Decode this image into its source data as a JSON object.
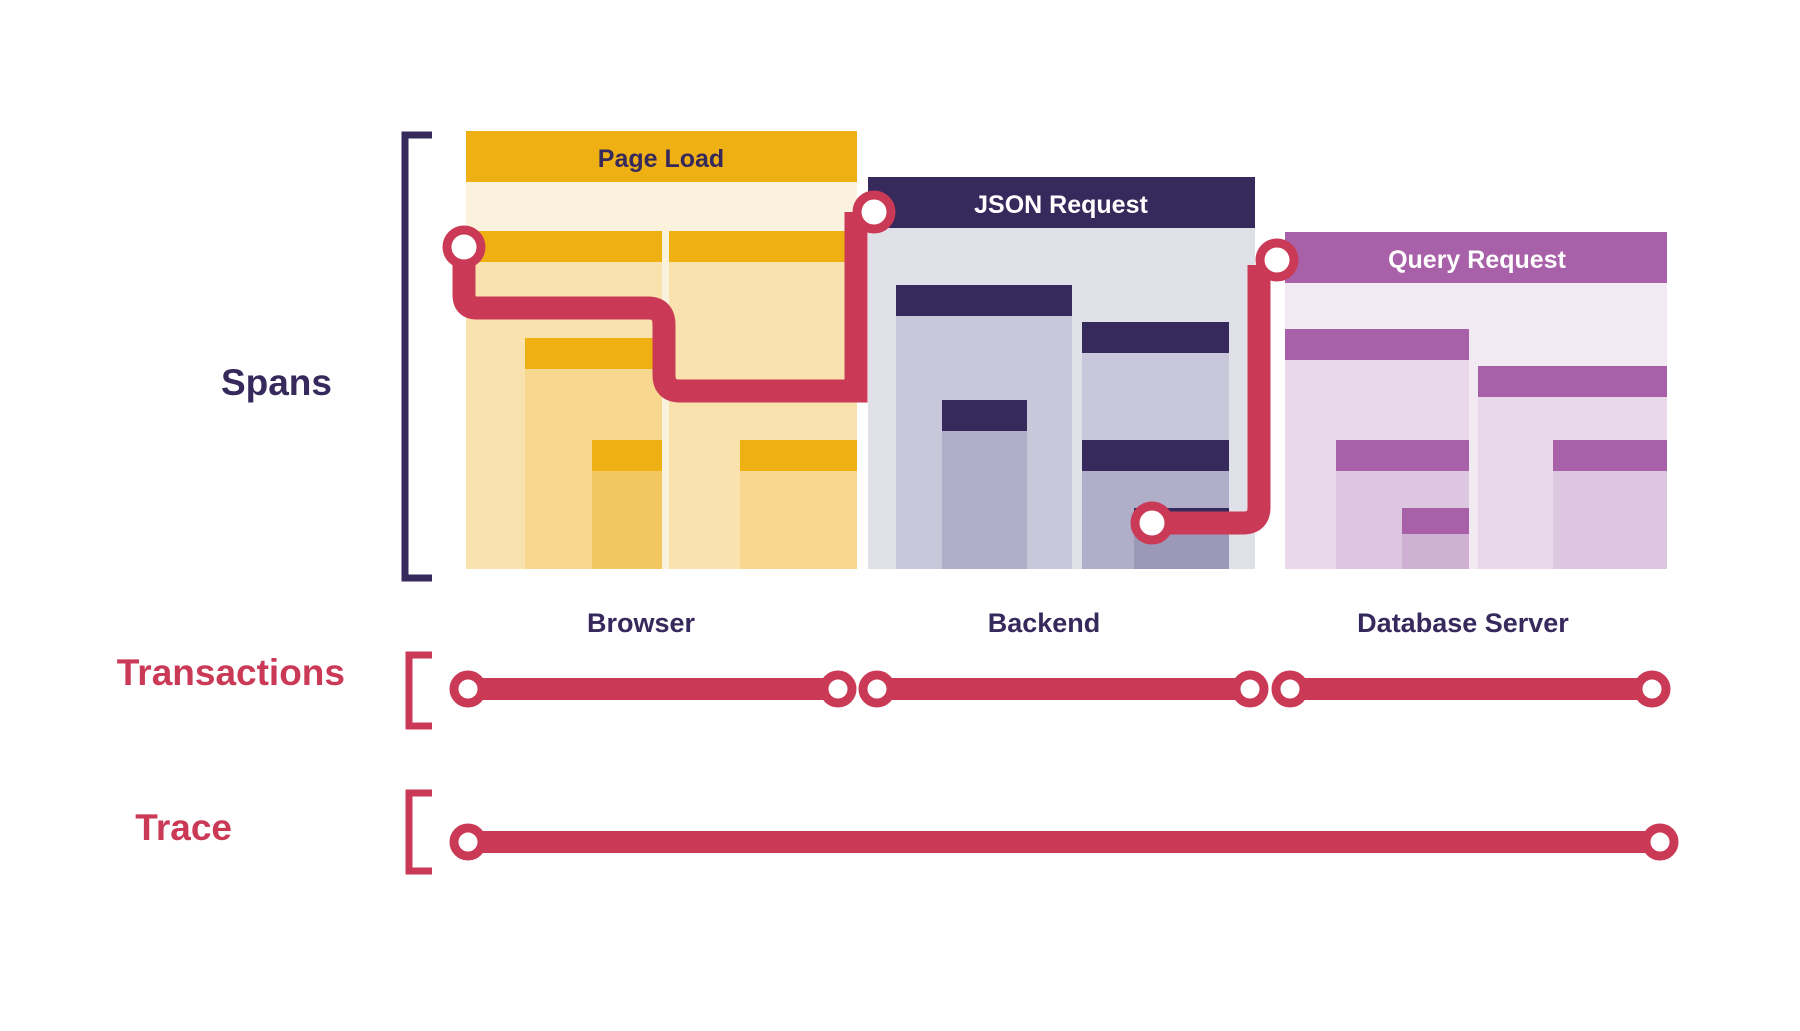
{
  "figure": {
    "type": "diagram",
    "subject": "distributed-tracing-span-transaction-trace",
    "background": "#ffffff"
  },
  "colors": {
    "dark_navy": "#36295c",
    "crimson": "#ca3a56",
    "yellow_header": "#efb013",
    "yellow_panel": "#fbf2dd",
    "yellow_bar_1": "#f9e2ae",
    "yellow_bar_2": "#f8d78e",
    "yellow_bar_3": "#f3c75f",
    "navy_header": "#36295c",
    "grey_panel": "#e0e0e8",
    "grey_bar_1": "#c9c7da",
    "grey_bar_2": "#b0aec8",
    "purple_header": "#a861a8",
    "purple_panel": "#f3e9f3",
    "purple_bar_1": "#e8d8ea",
    "purple_bar_2": "#ddc6e0",
    "white": "#ffffff"
  },
  "rows": [
    {
      "id": "spans",
      "label": "Spans",
      "label_color": "#36295c",
      "bracket_color": "#36295c"
    },
    {
      "id": "transactions",
      "label": "Transactions",
      "label_color": "#ca3a56",
      "bracket_color": "#ca3a56"
    },
    {
      "id": "trace",
      "label": "Trace",
      "label_color": "#ca3a56",
      "bracket_color": "#ca3a56"
    }
  ],
  "services": [
    {
      "id": "browser",
      "label": "Browser",
      "header_title": "Page Load",
      "header_bg": "#efb013",
      "header_text_color": "#36295c",
      "panel_bg": "#fbf2dd"
    },
    {
      "id": "backend",
      "label": "Backend",
      "header_title": "JSON Request",
      "header_bg": "#36295c",
      "header_text_color": "#ffffff",
      "panel_bg": "#e0e0e8"
    },
    {
      "id": "database",
      "label": "Database Server",
      "header_title": "Query Request",
      "header_bg": "#a861a8",
      "header_text_color": "#ffffff",
      "panel_bg": "#f3e9f3"
    }
  ],
  "transactions_segments": [
    {
      "from_service": "browser",
      "to_service": "browser"
    },
    {
      "from_service": "backend",
      "to_service": "backend"
    },
    {
      "from_service": "database",
      "to_service": "database"
    }
  ],
  "trace_segment": {
    "label": "",
    "spans_all_services": true
  }
}
